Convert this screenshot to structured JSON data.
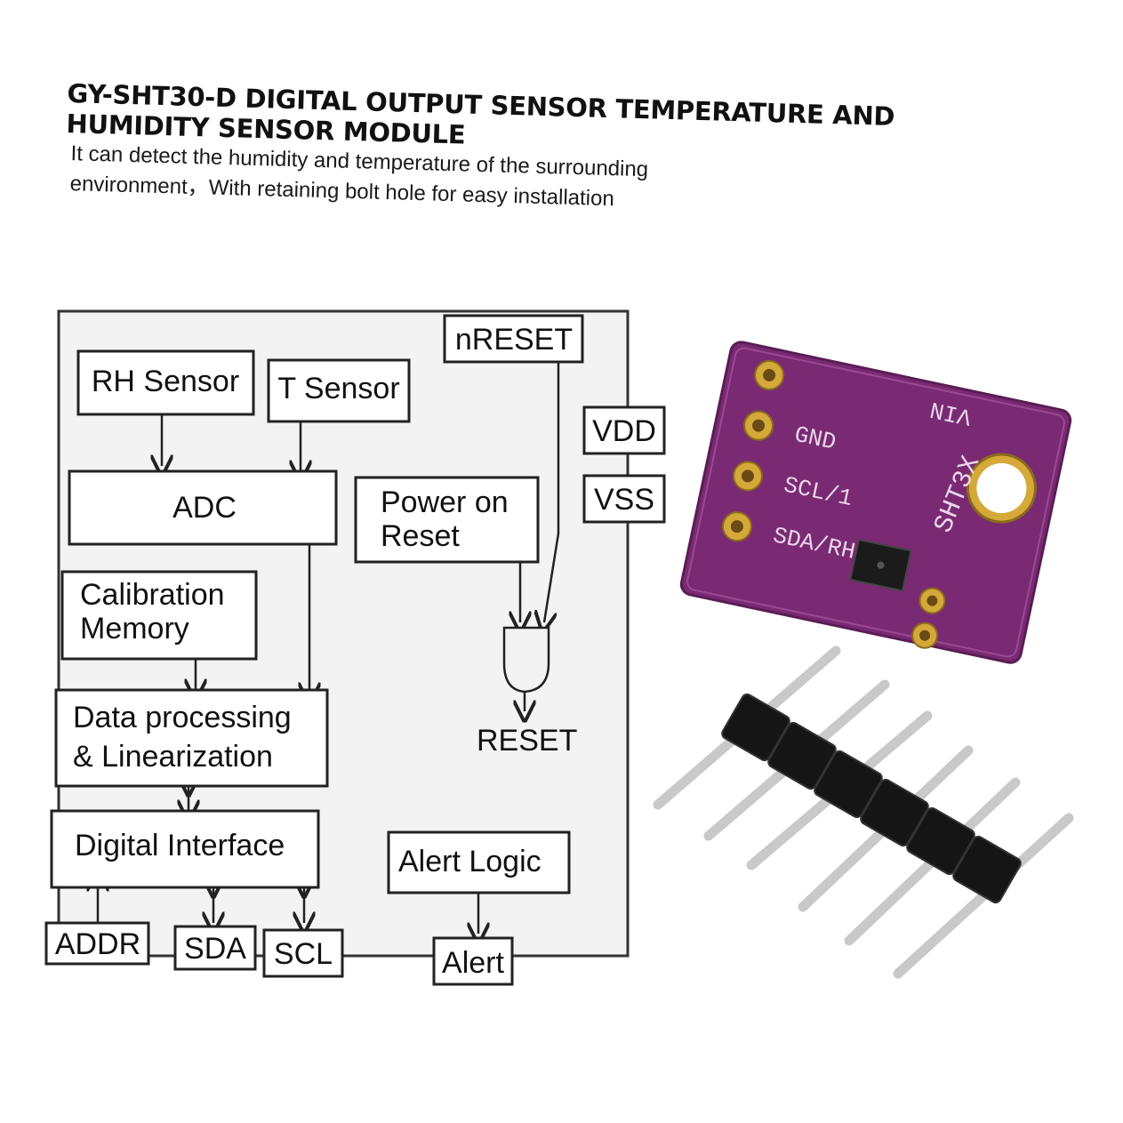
{
  "header": {
    "title": "GY-SHT30-D DIGITAL OUTPUT SENSOR TEMPERATURE AND HUMIDITY SENSOR MODULE",
    "description": "It can detect the humidity and temperature of the surrounding environment，With retaining bolt hole for easy installation"
  },
  "diagram": {
    "blocks": {
      "rh_sensor": "RH Sensor",
      "t_sensor": "T Sensor",
      "adc": "ADC",
      "por_line1": "Power on",
      "por_line2": "Reset",
      "calib_line1": "Calibration",
      "calib_line2": "Memory",
      "dp_line1": "Data  processing",
      "dp_line2": "& Linearization",
      "digital_interface": "Digital Interface",
      "alert_logic": "Alert  Logic"
    },
    "pins": {
      "nreset": "nRESET",
      "vdd": "VDD",
      "vss": "VSS",
      "addr": "ADDR",
      "sda": "SDA",
      "scl": "SCL",
      "alert": "Alert"
    },
    "reset_output": "RESET"
  },
  "board": {
    "labels": [
      "VIN",
      "GND",
      "SCL/1",
      "SDA/RH",
      "SHT3X"
    ],
    "pcb_color": "#7a2a73",
    "pad_color": "#d4a93a"
  },
  "header_pins": {
    "count": 6,
    "housing_color": "#111111",
    "pin_color": "#c9c9c9"
  }
}
